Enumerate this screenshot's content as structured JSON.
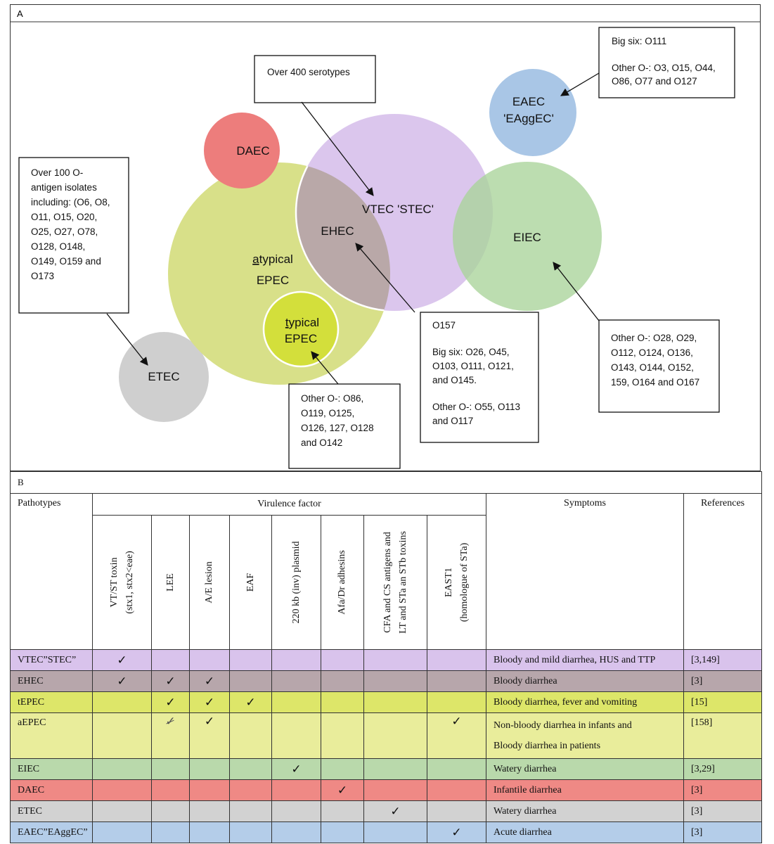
{
  "panel_a": {
    "label": "A",
    "circles": [
      {
        "key": "vtec",
        "label": "VTEC 'STEC'",
        "color": "#d9c3ec"
      },
      {
        "key": "aepec",
        "label_prefix": "a",
        "label_rest": "typical",
        "label_line2": "EPEC",
        "color": "#d8e089"
      },
      {
        "key": "daec",
        "label": "DAEC",
        "color": "#ed7d7c"
      },
      {
        "key": "ehec",
        "label": "EHEC"
      },
      {
        "key": "tepec",
        "label_prefix": "t",
        "label_rest": "ypical",
        "label_line2": "EPEC",
        "color": "#d3df3b"
      },
      {
        "key": "eiec",
        "label": "EIEC",
        "color": "#a9d39a"
      },
      {
        "key": "etec",
        "label": "ETEC",
        "color": "#cfcfcf"
      },
      {
        "key": "eaec",
        "label": "EAEC",
        "label_line2": "'EAggEC'",
        "color": "#a9c6e6"
      }
    ],
    "boxes": {
      "vtec_serotypes": [
        "Over 400 serotypes"
      ],
      "eaec": [
        "Big six: O111",
        "",
        "Other O-: O3, O15, O44,",
        "O86, O77 and O127"
      ],
      "aepec": [
        "Over 100 O-",
        "antigen isolates",
        "including: (O6, O8,",
        "O11, O15, O20,",
        "O25, O27, O78,",
        "O128, O148,",
        "O149, O159 and",
        "O173"
      ],
      "ehec": [
        "O157",
        "",
        "Big six: O26, O45,",
        "O103, O111, O121,",
        "and O145.",
        "",
        "Other O-: O55, O113",
        "and O117"
      ],
      "eiec": [
        "Other O-: O28, O29,",
        "O112, O124, O136,",
        "O143, O144, O152,",
        "159, O164 and O167"
      ],
      "tepec": [
        "Other O-: O86,",
        "O119, O125,",
        "O126, 127, O128",
        "and O142"
      ]
    }
  },
  "panel_b": {
    "label": "B",
    "headers": {
      "pathotypes": "Pathotypes",
      "virulence": "Virulence factor",
      "symptoms": "Symptoms",
      "references": "References"
    },
    "factors": [
      [
        "VT/ST toxin",
        "(stx1, stx2<eae)"
      ],
      [
        "LEE"
      ],
      [
        "A/E lesion"
      ],
      [
        "EAF"
      ],
      [
        "220 kb (inv) plasmid"
      ],
      [
        "Afa/Dr adhesins"
      ],
      [
        "CFA and CS antigens and",
        "LT and STa an STb toxins"
      ],
      [
        "EAST1",
        "(homologue of STa)"
      ]
    ],
    "rows": [
      {
        "name": "VTEC”STEC”",
        "color": "#d9c3ec",
        "marks": [
          "✓",
          "",
          "",
          "",
          "",
          "",
          "",
          ""
        ],
        "symptoms": [
          "Bloody and mild diarrhea, HUS and TTP"
        ],
        "ref": "[3,149]"
      },
      {
        "name": "EHEC",
        "color": "#b7a6ab",
        "marks": [
          "✓",
          "✓",
          "✓",
          "",
          "",
          "",
          "",
          ""
        ],
        "symptoms": [
          "Bloody diarrhea"
        ],
        "ref": "[3]"
      },
      {
        "name": "tEPEC",
        "color": "#dde669",
        "marks": [
          "",
          "✓",
          "✓",
          "✓",
          "",
          "",
          "",
          ""
        ],
        "symptoms": [
          "Bloody diarrhea, fever and vomiting"
        ],
        "ref": "[15]"
      },
      {
        "name": "aEPEC",
        "color": "#e9ed9b",
        "marks": [
          "",
          "x",
          "✓",
          "",
          "",
          "",
          "",
          "✓"
        ],
        "symptoms": [
          "Non-bloody diarrhea in infants and",
          "Bloody diarrhea in patients"
        ],
        "ref": "[158]"
      },
      {
        "name": "EIEC",
        "color": "#b9d9ab",
        "marks": [
          "",
          "",
          "",
          "",
          "✓",
          "",
          "",
          ""
        ],
        "symptoms": [
          "Watery diarrhea"
        ],
        "ref": "[3,29]"
      },
      {
        "name": "DAEC",
        "color": "#ef8985",
        "marks": [
          "",
          "",
          "",
          "",
          "",
          "✓",
          "",
          ""
        ],
        "symptoms": [
          "Infantile diarrhea"
        ],
        "ref": "[3]"
      },
      {
        "name": "ETEC",
        "color": "#d2d2d2",
        "marks": [
          "",
          "",
          "",
          "",
          "",
          "",
          "✓",
          ""
        ],
        "symptoms": [
          "Watery diarrhea"
        ],
        "ref": "[3]"
      },
      {
        "name": "EAEC”EAggEC”",
        "color": "#b4cde9",
        "marks": [
          "",
          "",
          "",
          "",
          "",
          "",
          "",
          "✓"
        ],
        "symptoms": [
          "Acute diarrhea"
        ],
        "ref": "[3]"
      }
    ]
  }
}
